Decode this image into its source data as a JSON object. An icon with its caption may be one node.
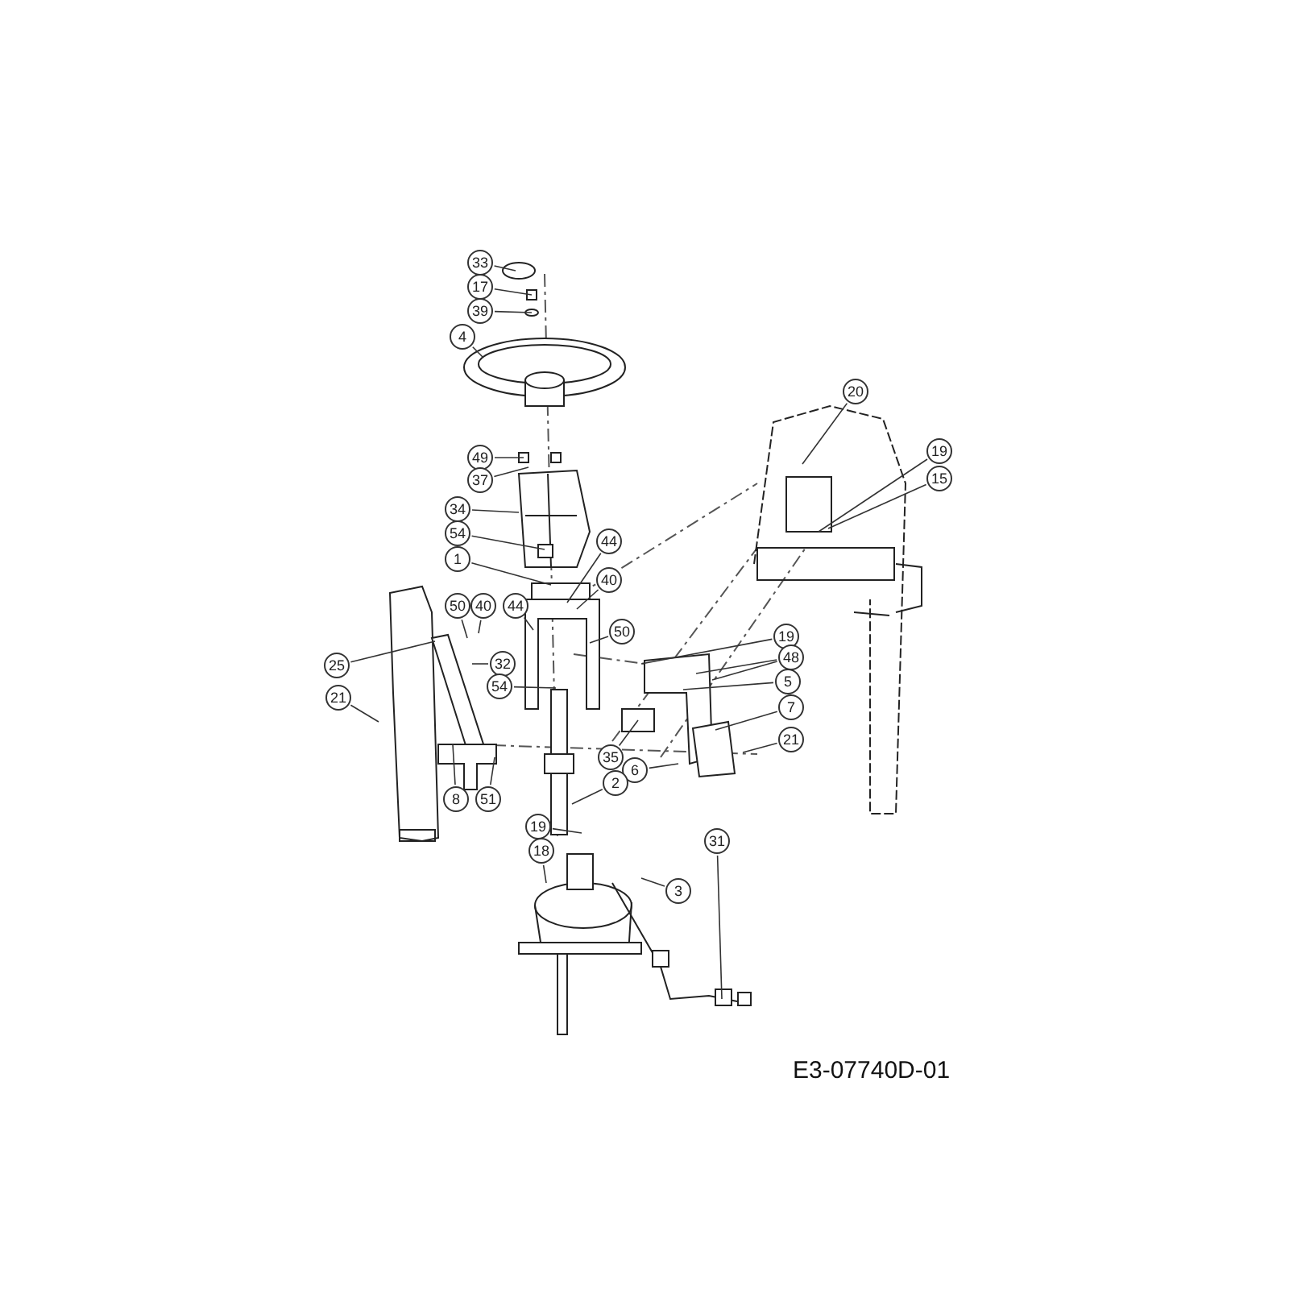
{
  "diagram": {
    "nodes": [
      {
        "text": [
          "33"
        ]
      },
      {
        "text": [
          "17"
        ]
      },
      {
        "text": [
          "39"
        ]
      },
      {
        "text": [
          "4"
        ]
      },
      {
        "text": [
          "20"
        ]
      },
      {
        "text": [
          "49"
        ]
      },
      {
        "text": [
          "19"
        ]
      },
      {
        "text": [
          "37"
        ]
      },
      {
        "text": [
          "15"
        ]
      },
      {
        "text": [
          "34"
        ]
      },
      {
        "text": [
          "54"
        ]
      },
      {
        "text": [
          "1"
        ]
      },
      {
        "text": [
          "44"
        ]
      },
      {
        "text": [
          "50"
        ]
      },
      {
        "text": [
          "40"
        ]
      },
      {
        "text": [
          "44"
        ]
      },
      {
        "text": [
          "40"
        ]
      },
      {
        "text": [
          "50"
        ]
      },
      {
        "text": [
          "19"
        ]
      },
      {
        "text": [
          "48"
        ]
      },
      {
        "text": [
          "25"
        ]
      },
      {
        "text": [
          "32"
        ]
      },
      {
        "text": [
          "5"
        ]
      },
      {
        "text": [
          "54"
        ]
      },
      {
        "text": [
          "21"
        ]
      },
      {
        "text": [
          "7"
        ]
      },
      {
        "text": [
          "21"
        ]
      },
      {
        "text": [
          "35"
        ]
      },
      {
        "text": [
          "6"
        ]
      },
      {
        "text": [
          "2"
        ]
      },
      {
        "text": [
          "8"
        ]
      },
      {
        "text": [
          "51"
        ]
      },
      {
        "text": [
          "19"
        ]
      },
      {
        "text": [
          "31"
        ]
      },
      {
        "text": [
          "18"
        ]
      },
      {
        "text": [
          "3"
        ]
      }
    ],
    "edges": [
      {
        "from": 0,
        "to": null,
        "arrow": "none"
      },
      {
        "from": 1,
        "to": null,
        "arrow": "none"
      },
      {
        "from": 2,
        "to": null,
        "arrow": "none"
      },
      {
        "from": 3,
        "to": null,
        "arrow": "none"
      },
      {
        "from": 4,
        "to": null,
        "arrow": "none"
      },
      {
        "from": 5,
        "to": null,
        "arrow": "none"
      },
      {
        "from": 6,
        "to": null,
        "arrow": "none"
      },
      {
        "from": 7,
        "to": null,
        "arrow": "none"
      },
      {
        "from": 8,
        "to": null,
        "arrow": "none"
      },
      {
        "from": 9,
        "to": null,
        "arrow": "none"
      },
      {
        "from": 10,
        "to": null,
        "arrow": "none"
      },
      {
        "from": 11,
        "to": null,
        "arrow": "none"
      },
      {
        "from": 12,
        "to": null,
        "arrow": "none"
      },
      {
        "from": 13,
        "to": null,
        "arrow": "none"
      },
      {
        "from": 14,
        "to": null,
        "arrow": "none"
      },
      {
        "from": 15,
        "to": null,
        "arrow": "none"
      },
      {
        "from": 16,
        "to": null,
        "arrow": "none"
      },
      {
        "from": 17,
        "to": null,
        "arrow": "none"
      },
      {
        "from": 18,
        "to": null,
        "arrow": "none"
      },
      {
        "from": 19,
        "to": null,
        "arrow": "none"
      },
      {
        "from": 19,
        "to": null,
        "arrow": "none"
      },
      {
        "from": 20,
        "to": null,
        "arrow": "none"
      },
      {
        "from": 21,
        "to": null,
        "arrow": "none"
      },
      {
        "from": 22,
        "to": null,
        "arrow": "none"
      },
      {
        "from": 23,
        "to": null,
        "arrow": "none"
      },
      {
        "from": 24,
        "to": null,
        "arrow": "none"
      },
      {
        "from": 25,
        "to": null,
        "arrow": "none"
      },
      {
        "from": 26,
        "to": null,
        "arrow": "none"
      },
      {
        "from": 27,
        "to": null,
        "arrow": "none"
      },
      {
        "from": 28,
        "to": null,
        "arrow": "none"
      },
      {
        "from": 29,
        "to": null,
        "arrow": "none"
      },
      {
        "from": 30,
        "to": null,
        "arrow": "none"
      },
      {
        "from": 31,
        "to": null,
        "arrow": "none"
      },
      {
        "from": 32,
        "to": null,
        "arrow": "none"
      },
      {
        "from": 33,
        "to": null,
        "arrow": "none"
      },
      {
        "from": 34,
        "to": null,
        "arrow": "none"
      },
      {
        "from": 35,
        "to": null,
        "arrow": "none"
      }
    ],
    "labels": [
      "E3-07740D-01"
    ]
  }
}
